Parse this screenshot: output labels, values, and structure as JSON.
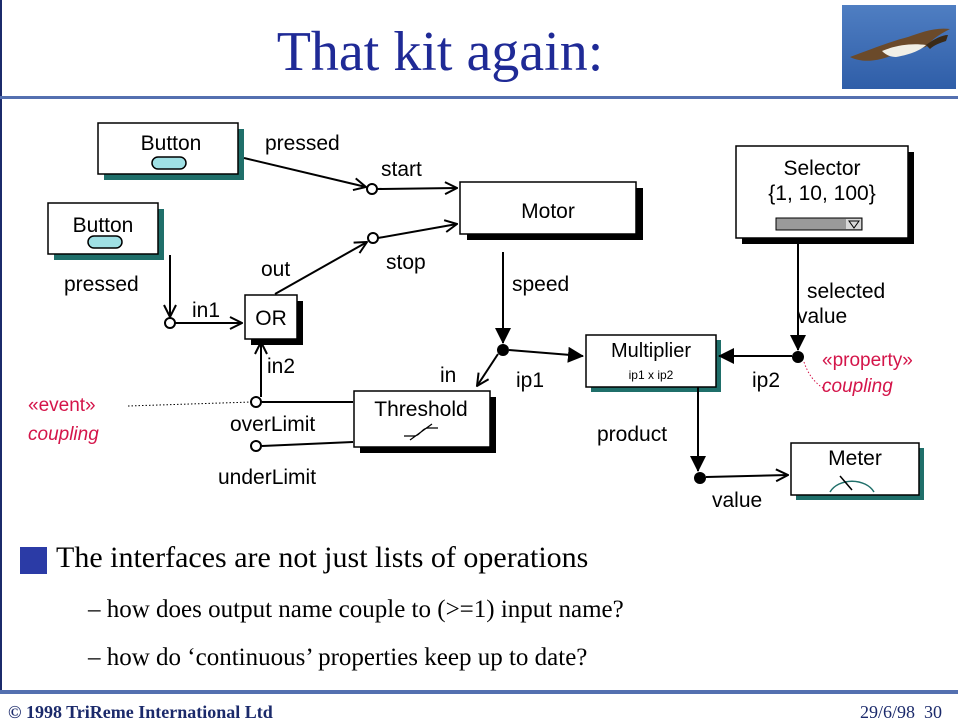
{
  "slide": {
    "title": "That kit again:",
    "logo_icon": "flying-bird-icon"
  },
  "diagram": {
    "button1": "Button",
    "button2": "Button",
    "pressed1": "pressed",
    "pressed2": "pressed",
    "start": "start",
    "stop": "stop",
    "out": "out",
    "in1": "in1",
    "in2": "in2",
    "or": "OR",
    "motor": "Motor",
    "speed": "speed",
    "in": "in",
    "threshold": "Threshold",
    "over_limit": "overLimit",
    "under_limit": "underLimit",
    "event_label": "«event»",
    "event_coupling": "coupling",
    "ip1": "ip1",
    "multiplier": "Multiplier",
    "multiplier_sub": "ip1 x ip2",
    "ip2": "ip2",
    "selector": "Selector",
    "selector_values": "{1, 10, 100}",
    "selected": "selected",
    "value_label": "value",
    "property_label": "«property»",
    "property_coupling": "coupling",
    "product": "product",
    "meter": "Meter",
    "meter_value": "value"
  },
  "bullets": {
    "main": "The interfaces are not just lists of operations",
    "sub1": "– how does output name couple to (>=1) input name?",
    "sub2": "– how do ‘continuous’ properties keep up to date?"
  },
  "footer": {
    "copyright": "© 1998 TriReme International Ltd",
    "date": "29/6/98",
    "page": "30"
  },
  "colors": {
    "title": "#1f2a96",
    "rule": "#5470b0",
    "shadow": "#1f6f6a",
    "coupling": "#d4154a",
    "bullet": "#2b3ba6"
  }
}
